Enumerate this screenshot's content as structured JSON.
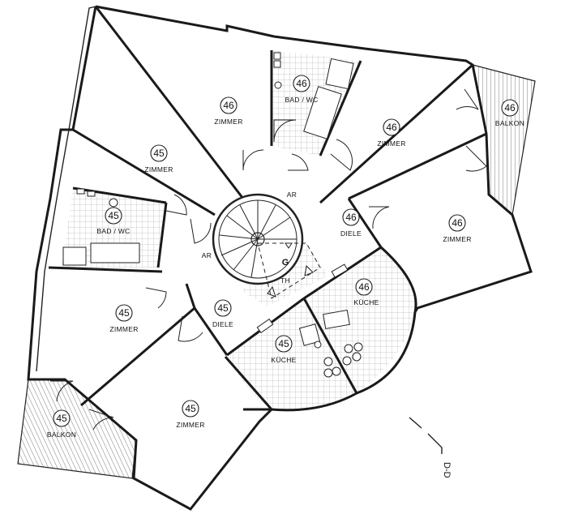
{
  "units": [
    {
      "id": "zimmer-46-top",
      "number": "46",
      "label": "ZIMMER"
    },
    {
      "id": "bad-46",
      "number": "46",
      "label": "BAD / WC"
    },
    {
      "id": "zimmer-46-right",
      "number": "46",
      "label": "ZIMMER"
    },
    {
      "id": "balkon-46",
      "number": "46",
      "label": "BALKON"
    },
    {
      "id": "zimmer-45-upper",
      "number": "45",
      "label": "ZIMMER"
    },
    {
      "id": "bad-45",
      "number": "45",
      "label": "BAD / WC"
    },
    {
      "id": "diele-46",
      "number": "46",
      "label": "DIELE"
    },
    {
      "id": "zimmer-46-east",
      "number": "46",
      "label": "ZIMMER"
    },
    {
      "id": "kueche-46",
      "number": "46",
      "label": "KÜCHE"
    },
    {
      "id": "zimmer-45-left",
      "number": "45",
      "label": "ZIMMER"
    },
    {
      "id": "diele-45",
      "number": "45",
      "label": "DIELE"
    },
    {
      "id": "kueche-45",
      "number": "45",
      "label": "KÜCHE"
    },
    {
      "id": "zimmer-45-bottom",
      "number": "45",
      "label": "ZIMMER"
    },
    {
      "id": "balkon-45",
      "number": "45",
      "label": "BALKON"
    }
  ],
  "stair": {
    "ar_top": "AR",
    "ar_left": "AR",
    "g": "G",
    "th": "TH"
  },
  "section": "D-D"
}
